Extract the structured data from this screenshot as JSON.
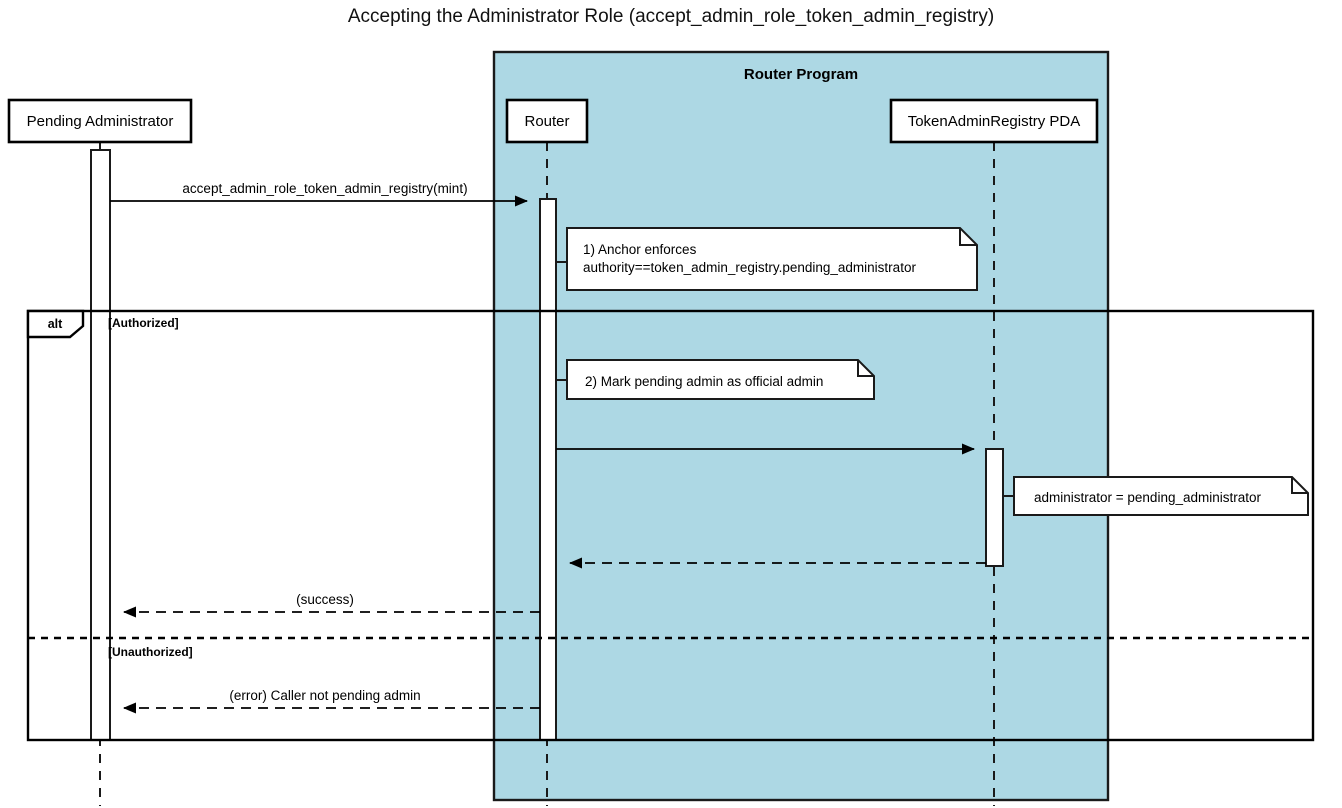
{
  "diagram": {
    "title": "Accepting the Administrator Role (accept_admin_role_token_admin_registry)",
    "type": "sequence-diagram",
    "accent_color": "#ADD8E4",
    "line_color": "#1a1a1a"
  },
  "group_box": {
    "title": "Router Program"
  },
  "participants": [
    {
      "id": "pending_admin",
      "label": "Pending Administrator",
      "in_group": false
    },
    {
      "id": "router",
      "label": "Router",
      "in_group": true
    },
    {
      "id": "registry_pda",
      "label": "TokenAdminRegistry PDA",
      "in_group": true
    }
  ],
  "fragment": {
    "operator": "alt",
    "guards": [
      {
        "label": "[Authorized]"
      },
      {
        "label": "[Unauthorized]"
      }
    ]
  },
  "messages": [
    {
      "id": "m1",
      "label": "accept_admin_role_token_admin_registry(mint)",
      "from": "pending_admin",
      "to": "router",
      "style": "solid"
    },
    {
      "id": "m2",
      "label": "",
      "from": "router",
      "to": "registry_pda",
      "style": "solid"
    },
    {
      "id": "m3",
      "label": "",
      "from": "registry_pda",
      "to": "router",
      "style": "dashed"
    },
    {
      "id": "m4",
      "label": "(success)",
      "from": "router",
      "to": "pending_admin",
      "style": "dashed"
    },
    {
      "id": "m5",
      "label": "(error) Caller not pending admin",
      "from": "router",
      "to": "pending_admin",
      "style": "dashed"
    }
  ],
  "notes": [
    {
      "id": "note1",
      "attached_to": "router",
      "lines": [
        "1) Anchor enforces",
        "authority==token_admin_registry.pending_administrator"
      ]
    },
    {
      "id": "note2",
      "attached_to": "router",
      "lines": [
        "2) Mark pending admin as official admin"
      ]
    },
    {
      "id": "note3",
      "attached_to": "registry_pda",
      "lines": [
        "administrator = pending_administrator"
      ]
    }
  ]
}
